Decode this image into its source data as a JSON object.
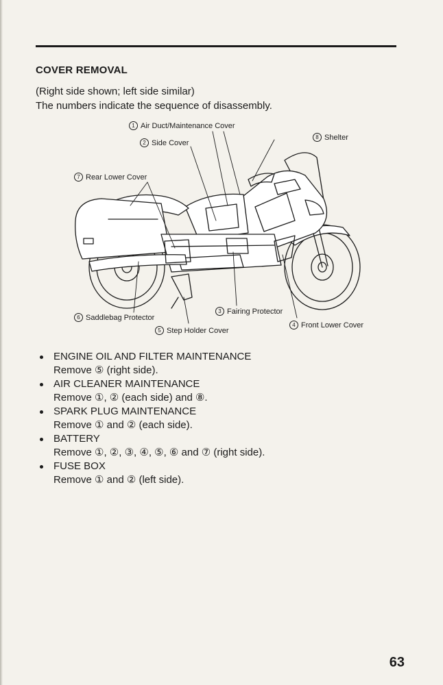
{
  "section": {
    "title": "COVER REMOVAL",
    "intro_line1": "(Right side shown; left side similar)",
    "intro_line2": "The numbers indicate the sequence of disassembly."
  },
  "figure": {
    "callouts": [
      {
        "num": "1",
        "label": "Air Duct/Maintenance Cover"
      },
      {
        "num": "2",
        "label": "Side Cover"
      },
      {
        "num": "8",
        "label": "Shelter"
      },
      {
        "num": "7",
        "label": "Rear Lower Cover"
      },
      {
        "num": "3",
        "label": "Fairing Protector"
      },
      {
        "num": "6",
        "label": "Saddlebag Protector"
      },
      {
        "num": "4",
        "label": "Front Lower Cover"
      },
      {
        "num": "5",
        "label": "Step Holder Cover"
      }
    ]
  },
  "procedures": [
    {
      "title": "ENGINE OIL AND FILTER MAINTENANCE",
      "text": "Remove ⑤ (right side)."
    },
    {
      "title": "AIR CLEANER MAINTENANCE",
      "text": "Remove ①, ② (each side) and ⑧."
    },
    {
      "title": "SPARK PLUG MAINTENANCE",
      "text": "Remove ① and ② (each side)."
    },
    {
      "title": "BATTERY",
      "text": "Remove ①, ②, ③, ④, ⑤, ⑥ and ⑦ (right side)."
    },
    {
      "title": "FUSE BOX",
      "text": "Remove ① and ② (left side)."
    }
  ],
  "page_number": "63"
}
